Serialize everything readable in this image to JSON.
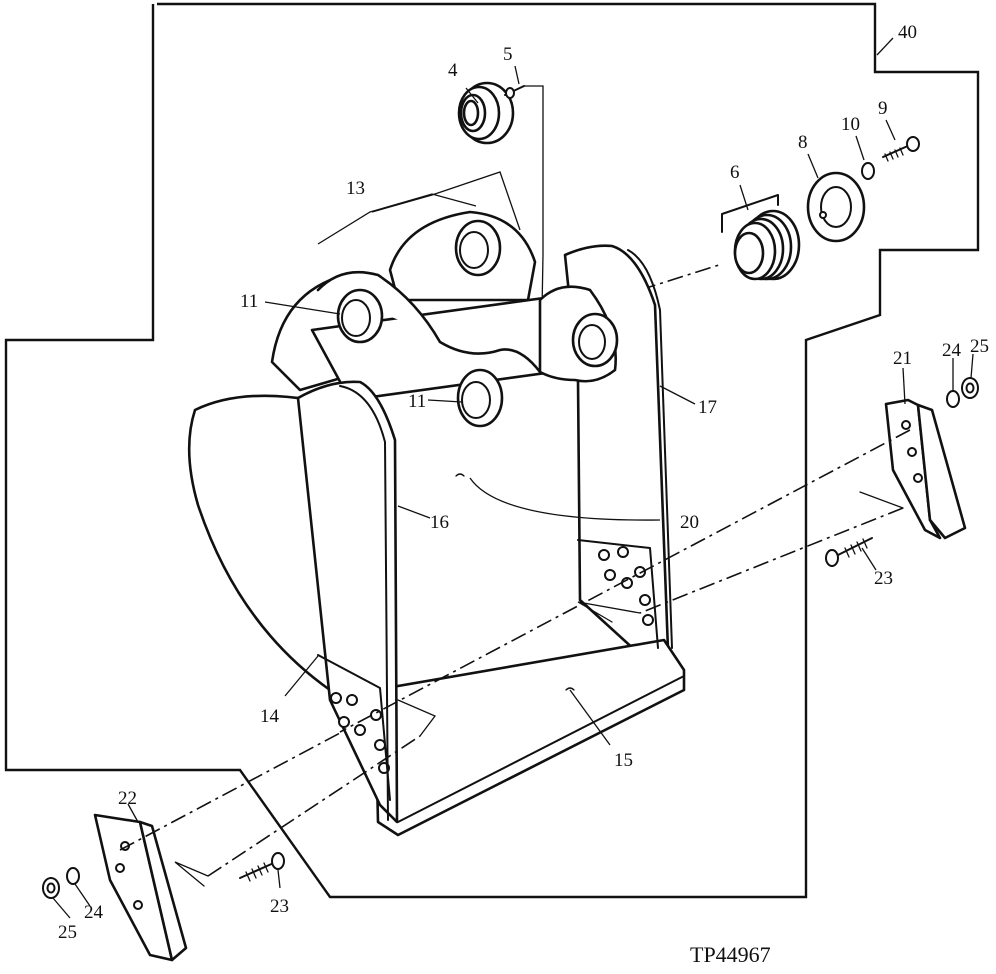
{
  "drawing_id": "TP44967",
  "callouts": {
    "c40": "40",
    "c4": "4",
    "c5": "5",
    "c6": "6",
    "c8": "8",
    "c9": "9",
    "c10": "10",
    "c11a": "11",
    "c11b": "11",
    "c13": "13",
    "c14": "14",
    "c15": "15",
    "c16": "16",
    "c17": "17",
    "c20": "20",
    "c21": "21",
    "c22": "22",
    "c23a": "23",
    "c23b": "23",
    "c24a": "24",
    "c24b": "24",
    "c25a": "25",
    "c25b": "25"
  }
}
